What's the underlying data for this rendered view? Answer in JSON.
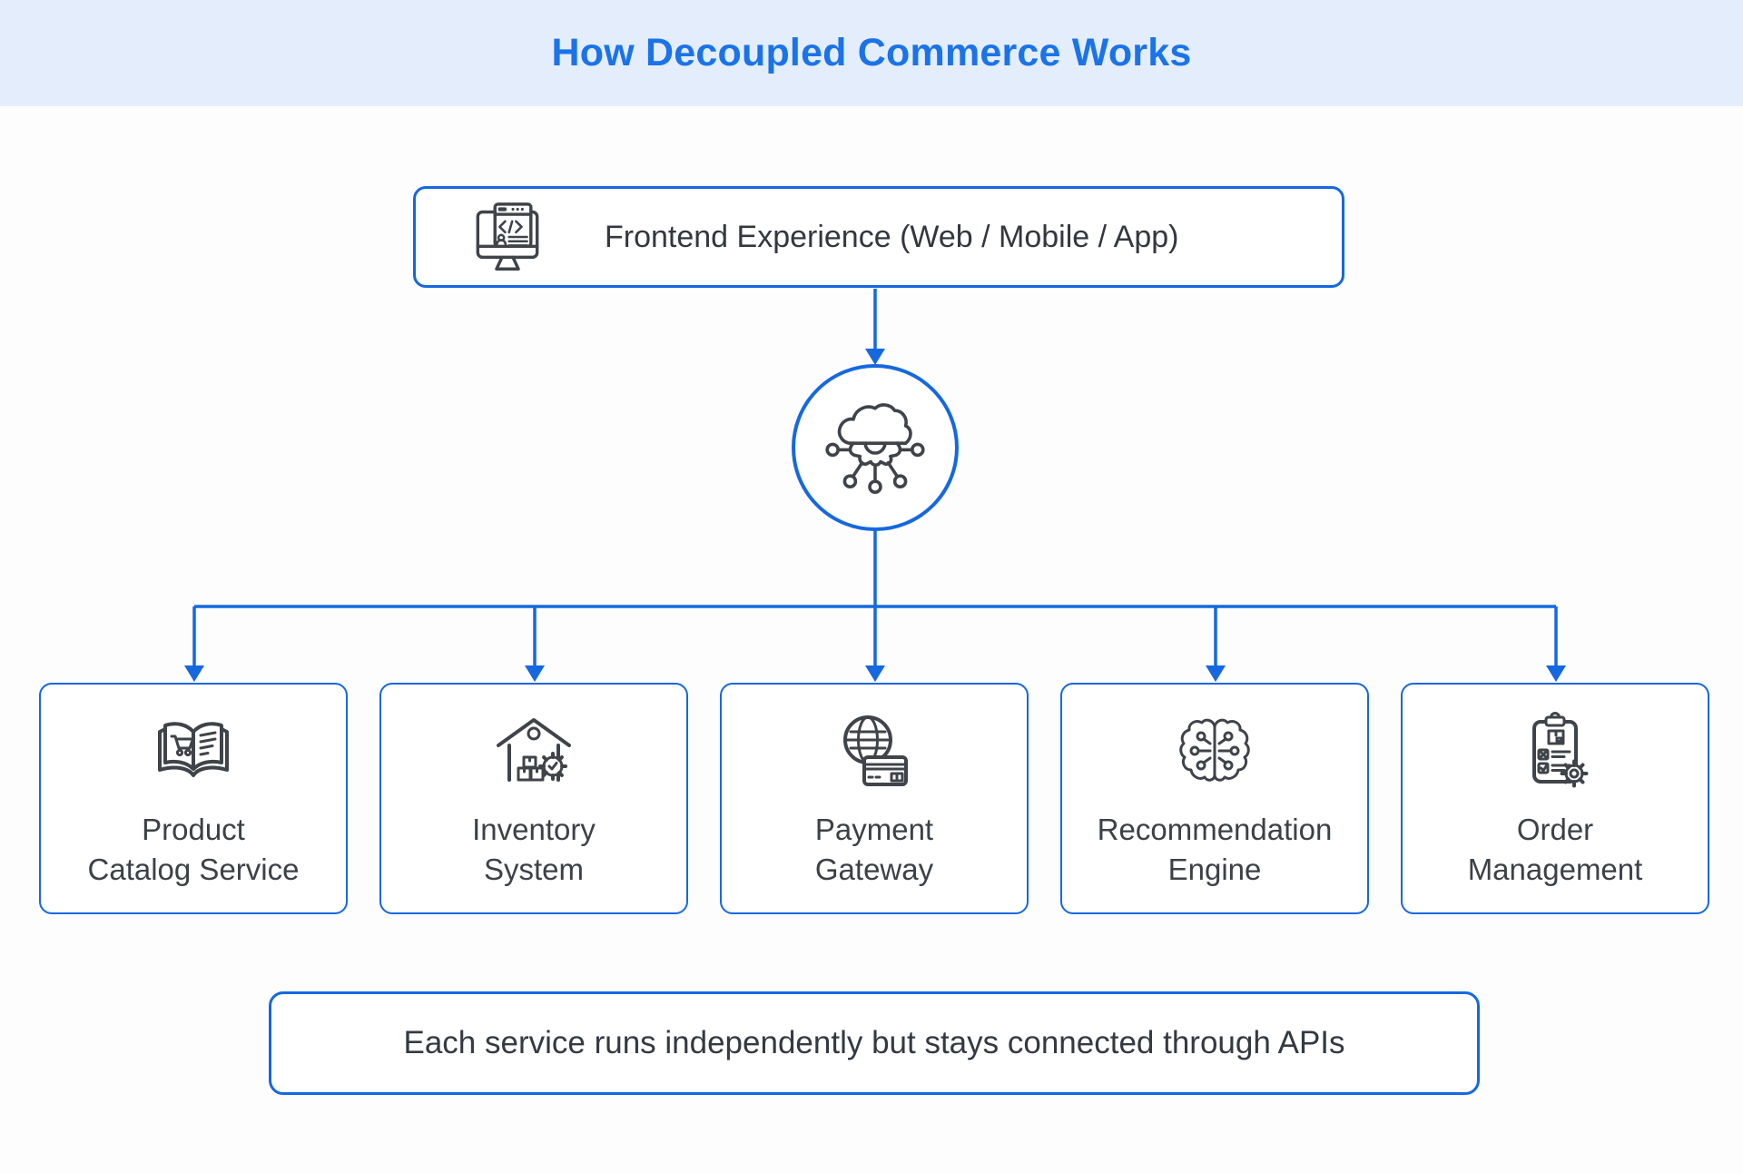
{
  "title": "How Decoupled Commerce Works",
  "frontend": {
    "label": "Frontend Experience (Web / Mobile / App)",
    "icon": "code-monitor-icon"
  },
  "hub": {
    "icon": "cloud-api-network-icon"
  },
  "services": [
    {
      "icon": "catalog-book-cart-icon",
      "lines": [
        "Product",
        "Catalog Service"
      ]
    },
    {
      "icon": "warehouse-gear-icon",
      "lines": [
        "Inventory",
        "System"
      ]
    },
    {
      "icon": "globe-credit-card-icon",
      "lines": [
        "Payment",
        "Gateway"
      ]
    },
    {
      "icon": "brain-circuit-icon",
      "lines": [
        "Recommendation",
        "Engine"
      ]
    },
    {
      "icon": "clipboard-gear-icon",
      "lines": [
        "Order",
        "Management"
      ]
    }
  ],
  "footer": {
    "label": "Each service runs independently but stays connected through APIs"
  },
  "colors": {
    "accent_blue": "#1568E0",
    "title_blue": "#1A73E8",
    "band_bg": "#E4EDFC",
    "bg": "#FDFDFE",
    "label_text": "#3C4148",
    "footer_text": "#333A42",
    "icon_stroke": "#3F444A"
  }
}
